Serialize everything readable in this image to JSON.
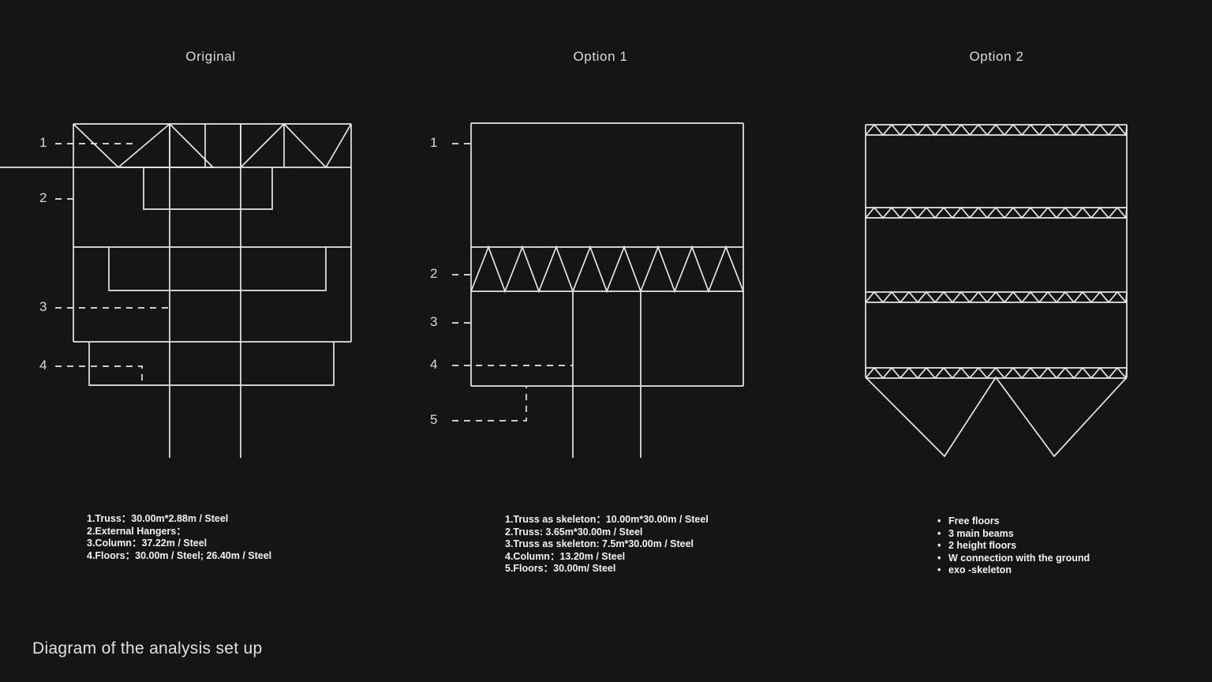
{
  "background_color": "#151515",
  "line_color": "#e6e6e6",
  "caption": "Diagram of the analysis set up",
  "columns": {
    "original": {
      "title": "Original"
    },
    "option1": {
      "title": "Option 1"
    },
    "option2": {
      "title": "Option 2"
    }
  },
  "callouts": {
    "original": [
      "1",
      "2",
      "3",
      "4"
    ],
    "option1": [
      "1",
      "2",
      "3",
      "4",
      "5"
    ],
    "option2": []
  },
  "legend": {
    "original": [
      "1.Truss：30.00m*2.88m / Steel",
      "2.External Hangers：",
      "3.Column：37.22m / Steel",
      "4.Floors：30.00m / Steel; 26.40m / Steel"
    ],
    "option1": [
      "1.Truss as skeleton：10.00m*30.00m / Steel",
      "2.Truss: 3.65m*30.00m / Steel",
      "3.Truss as skeleton: 7.5m*30.00m / Steel",
      "4.Column：13.20m / Steel",
      "5.Floors：30.00m/ Steel"
    ],
    "option2": [
      "Free floors",
      "3 main beams",
      "2 height floors",
      "W connection with the ground",
      "exo -skeleton"
    ]
  }
}
